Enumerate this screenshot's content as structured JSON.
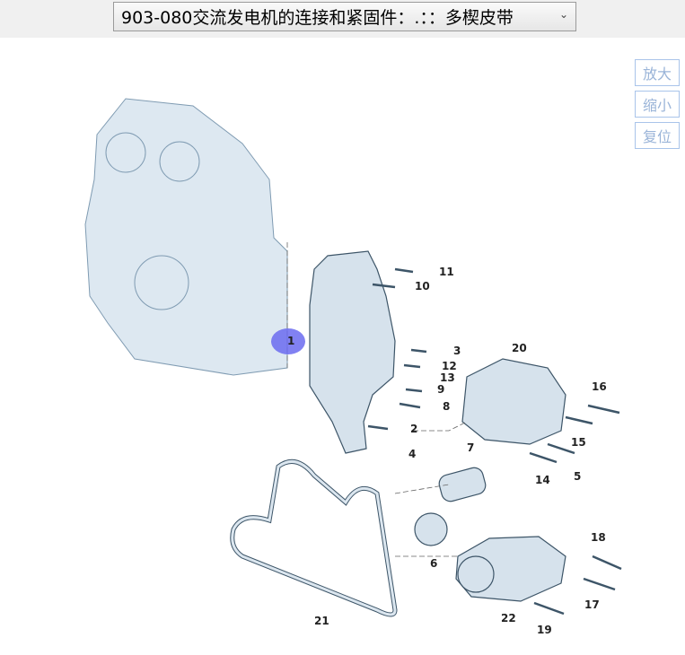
{
  "selector": {
    "value": "903-080交流发电机的连接和紧固件：.：：多楔皮带"
  },
  "zoom_controls": {
    "zoom_in": "放大",
    "zoom_out": "缩小",
    "reset": "复位"
  },
  "callouts": [
    "11",
    "10",
    "1",
    "3",
    "12",
    "13",
    "9",
    "8",
    "2",
    "4",
    "20",
    "16",
    "15",
    "7",
    "5",
    "14",
    "6",
    "18",
    "17",
    "21",
    "22",
    "19"
  ],
  "colors": {
    "part_fill": "#dbe6ef",
    "part_stroke": "#4a6478",
    "hotspot": "#6b6bf0"
  }
}
